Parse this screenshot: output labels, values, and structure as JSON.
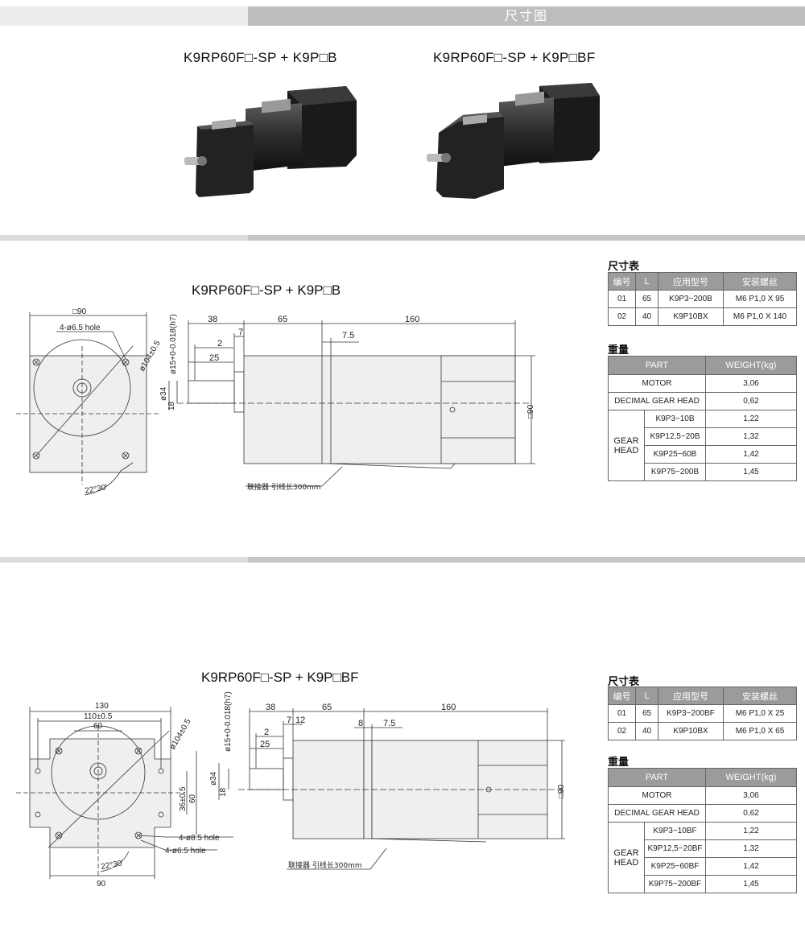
{
  "header": {
    "title": "尺寸图"
  },
  "products": [
    {
      "title": "K9RP60F□-SP + K9P□B"
    },
    {
      "title": "K9RP60F□-SP + K9P□BF"
    }
  ],
  "drawings": [
    {
      "title": "K9RP60F□-SP + K9P□B",
      "labels": {
        "square": "□90",
        "holes": "4-ø6.5 hole",
        "pcd": "ø104±0.5",
        "shaft": "ø15+0-0.018(h7)",
        "d38": "38",
        "d65": "65",
        "d160": "160",
        "d7": "7",
        "d75": "7.5",
        "d2": "2",
        "d25": "25",
        "d34": "ø34",
        "d18": "18",
        "d90": "□90",
        "angle": "22°30'",
        "connector": "联接器 引线长300mm"
      }
    },
    {
      "title": "K9RP60F□-SP + K9P□BF",
      "labels": {
        "d130": "130",
        "d110": "110±0.5",
        "d60": "60",
        "pcd": "ø104±0.5",
        "shaft": "ø15+0-0.018(h7)",
        "d38": "38",
        "d65": "65",
        "d160": "160",
        "d7": "7",
        "d12": "12",
        "d8": "8",
        "d75": "7.5",
        "d2": "2",
        "d25": "25",
        "d34": "ø34",
        "d18": "18",
        "d36": "36±0.5",
        "d60v": "60",
        "d90": "□90",
        "holes1": "4-ø8.5 hole",
        "holes2": "4-ø6.5 hole",
        "angle": "22°30'",
        "d90b": "90",
        "connector": "联接器 引线长300mm"
      }
    }
  ],
  "tables": [
    {
      "dim_title": "尺寸表",
      "dim_headers": [
        "编号",
        "L",
        "应用型号",
        "安装螺丝"
      ],
      "dim_rows": [
        [
          "01",
          "65",
          "K9P3~200B",
          "M6 P1,0 X 95"
        ],
        [
          "02",
          "40",
          "K9P10BX",
          "M6 P1,0 X 140"
        ]
      ],
      "wt_title": "重量",
      "wt_headers": [
        "PART",
        "WEIGHT(kg)"
      ],
      "motor": {
        "label": "MOTOR",
        "value": "3,06"
      },
      "decimal": {
        "label": "DECIMAL GEAR HEAD",
        "value": "0,62"
      },
      "gear_label": "GEAR HEAD",
      "gear_rows": [
        [
          "K9P3~10B",
          "1,22"
        ],
        [
          "K9P12,5~20B",
          "1,32"
        ],
        [
          "K9P25~60B",
          "1,42"
        ],
        [
          "K9P75~200B",
          "1,45"
        ]
      ]
    },
    {
      "dim_title": "尺寸表",
      "dim_headers": [
        "编号",
        "L",
        "应用型号",
        "安装螺丝"
      ],
      "dim_rows": [
        [
          "01",
          "65",
          "K9P3~200BF",
          "M6 P1,0 X 25"
        ],
        [
          "02",
          "40",
          "K9P10BX",
          "M6 P1,0 X 65"
        ]
      ],
      "wt_title": "重量",
      "wt_headers": [
        "PART",
        "WEIGHT(kg)"
      ],
      "motor": {
        "label": "MOTOR",
        "value": "3,06"
      },
      "decimal": {
        "label": "DECIMAL GEAR HEAD",
        "value": "0,62"
      },
      "gear_label": "GEAR HEAD",
      "gear_rows": [
        [
          "K9P3~10BF",
          "1,22"
        ],
        [
          "K9P12,5~20BF",
          "1,32"
        ],
        [
          "K9P25~60BF",
          "1,42"
        ],
        [
          "K9P75~200BF",
          "1,45"
        ]
      ]
    }
  ]
}
